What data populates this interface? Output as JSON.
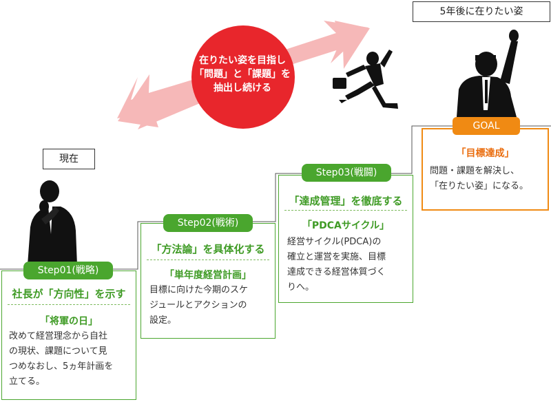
{
  "labels": {
    "current": "現在",
    "future": "5年後に在りたい姿"
  },
  "circle": {
    "line1": "在りたい姿を目指し",
    "line2": "「問題」と「課題」を",
    "line3": "抽出し続ける"
  },
  "steps": [
    {
      "tag": "Step01(戦略)",
      "title": "社長が「方向性」を示す",
      "subtitle": "「将軍の日」",
      "body": [
        "改めて経営理念から自社",
        "の現状、課題について見",
        "つめなおし、5ヵ年計画を",
        "立てる。"
      ]
    },
    {
      "tag": "Step02(戦術)",
      "title": "「方法論」を具体化する",
      "subtitle": "「単年度経営計画」",
      "body": [
        "目標に向けた今期のスケ",
        "ジュールとアクションの",
        "設定。"
      ]
    },
    {
      "tag": "Step03(戦闘)",
      "title": "「達成管理」を徹底する",
      "subtitle": "「PDCAサイクル」",
      "body": [
        "経営サイクル(PDCA)の",
        "確立と運営を実施、目標",
        "達成できる経営体質づく",
        "りへ。"
      ]
    }
  ],
  "goal": {
    "tag": "GOAL",
    "subtitle": "「目標達成」",
    "body": [
      "問題・課題を解決し、",
      "「在りたい姿」になる。"
    ]
  },
  "colors": {
    "green": "#4aa62e",
    "orange": "#f08a13",
    "red_circle": "#e8262c",
    "arrow_pink": "#f6b8b8"
  },
  "icons": [
    "thinking-businessman-icon",
    "running-businessman-icon",
    "celebrating-businessman-icon",
    "double-arrow-icon"
  ]
}
